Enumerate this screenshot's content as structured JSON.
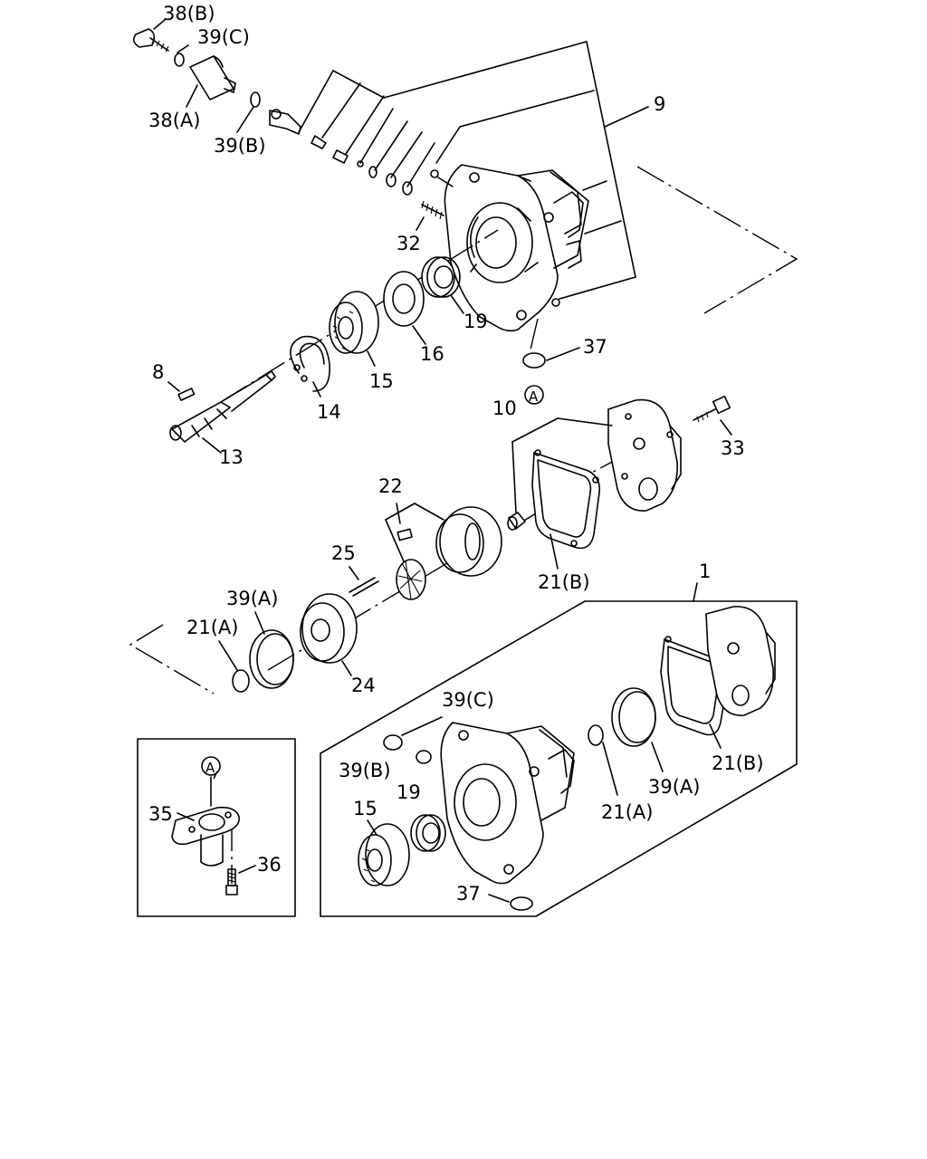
{
  "labels": {
    "l38b": "38(B)",
    "l39c_top": "39(C)",
    "l38a": "38(A)",
    "l39b_top": "39(B)",
    "l9": "9",
    "l32": "32",
    "l19_top": "19",
    "l37_top": "37",
    "l16": "16",
    "l15_top": "15",
    "l14": "14",
    "l8": "8",
    "l13": "13",
    "la_top": "A",
    "l10": "10",
    "l33": "33",
    "l22": "22",
    "l25": "25",
    "l21b_mid": "21(B)",
    "l39a_mid": "39(A)",
    "l21a_mid": "21(A)",
    "l24": "24",
    "l1": "1",
    "l39c_kit": "39(C)",
    "l39b_kit": "39(B)",
    "l19_kit": "19",
    "l15_kit": "15",
    "l37_kit": "37",
    "l21a_kit": "21(A)",
    "l39a_kit": "39(A)",
    "l21b_kit": "21(B)",
    "la_inset": "A",
    "l35": "35",
    "l36": "36"
  }
}
